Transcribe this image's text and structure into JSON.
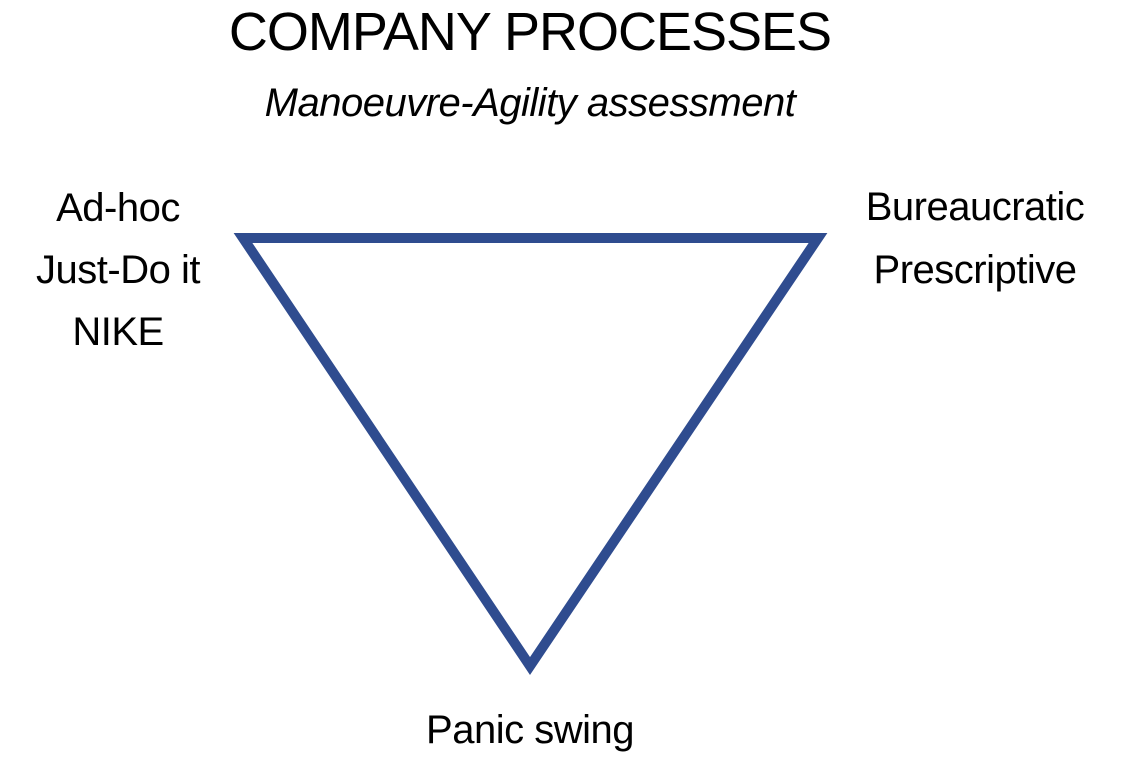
{
  "title": "COMPANY PROCESSES",
  "subtitle": "Manoeuvre-Agility assessment",
  "triangle_color": "#2f4c8f",
  "corners": {
    "top_left": [
      "Ad-hoc",
      "Just-Do it",
      "NIKE"
    ],
    "top_right": [
      "Bureaucratic",
      "Prescriptive"
    ],
    "bottom": "Panic swing"
  }
}
